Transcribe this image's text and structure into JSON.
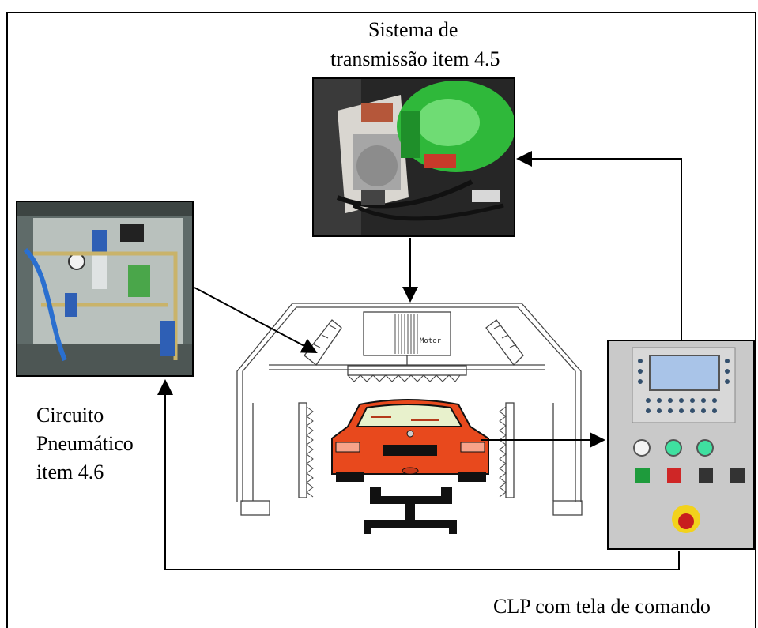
{
  "labels": {
    "transmission_line1": "Sistema de",
    "transmission_line2": "transmissão item 4.5",
    "pneumatic_line1": "Circuito",
    "pneumatic_line2": "Pneumático",
    "pneumatic_line3": "item 4.6",
    "clp": "CLP com tela de comando"
  },
  "diagram": {
    "motor_label": "Motor"
  },
  "icons": [
    "transmission-photo",
    "pneumatic-circuit-photo",
    "clp-panel-photo",
    "car-wash-gantry",
    "car-icon",
    "arrow-icon"
  ],
  "colors": {
    "car": "#e8491d",
    "motor_green": "#2fb83a",
    "panel_gray": "#c9c9c9",
    "screen_blue": "#a9c4e8"
  }
}
